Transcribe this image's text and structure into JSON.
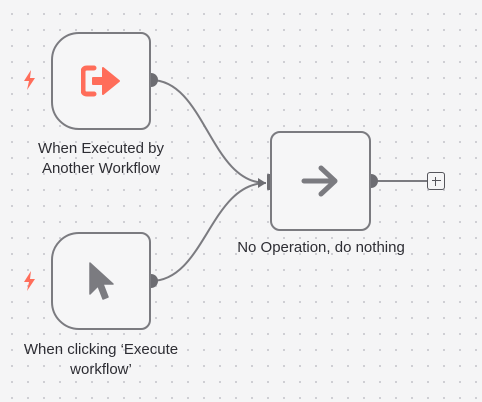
{
  "canvas": {
    "accent_color": "#ff6d5a",
    "node_border_color": "#7b7b80",
    "handle_color": "#6d6d72"
  },
  "nodes": [
    {
      "id": "execute-workflow-trigger",
      "label": "When Executed by Another Workflow",
      "icon": "sign-out-icon",
      "trigger": true
    },
    {
      "id": "manual-trigger",
      "label": "When clicking ‘Execute workflow’",
      "icon": "mouse-pointer-icon",
      "trigger": true
    },
    {
      "id": "no-op",
      "label": "No Operation, do nothing",
      "icon": "arrow-right-icon",
      "trigger": false
    }
  ],
  "connections": [
    {
      "from": "execute-workflow-trigger",
      "to": "no-op"
    },
    {
      "from": "manual-trigger",
      "to": "no-op"
    }
  ]
}
